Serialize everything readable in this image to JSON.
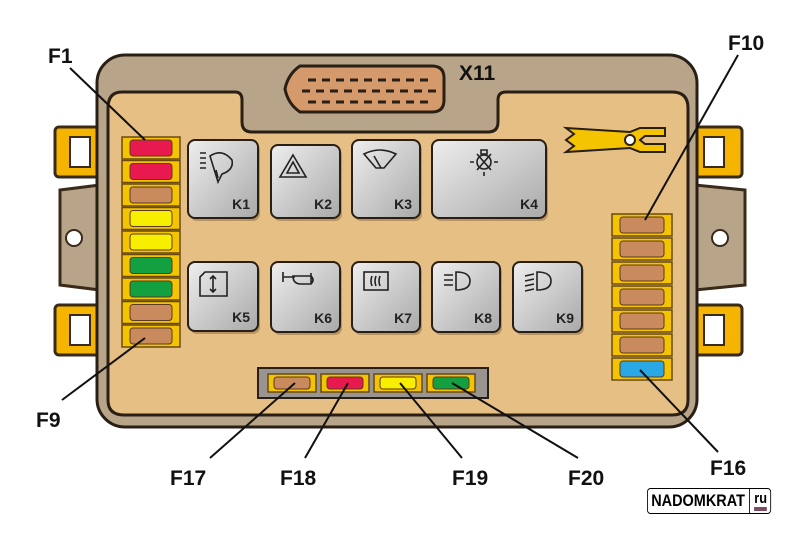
{
  "connector": {
    "label": "X11"
  },
  "relays": [
    {
      "label": "K1",
      "icon": "windshield-washer-icon"
    },
    {
      "label": "K2",
      "icon": "hazard-warning-icon"
    },
    {
      "label": "K3",
      "icon": "wiper-icon"
    },
    {
      "label": "K4",
      "icon": "lamp-failure-icon"
    },
    {
      "label": "K5",
      "icon": "power-window-icon"
    },
    {
      "label": "K6",
      "icon": "horn-icon"
    },
    {
      "label": "K7",
      "icon": "rear-defrost-icon"
    },
    {
      "label": "K8",
      "icon": "low-beam-icon"
    },
    {
      "label": "K9",
      "icon": "high-beam-icon"
    }
  ],
  "fuse_labels": {
    "F1": "F1",
    "F9": "F9",
    "F10": "F10",
    "F16": "F16",
    "F17": "F17",
    "F18": "F18",
    "F19": "F19",
    "F20": "F20"
  },
  "fuse_colors": {
    "left": [
      "#e8194f",
      "#e8194f",
      "#c98a5e",
      "#f7ee00",
      "#f7ee00",
      "#12a040",
      "#12a040",
      "#c98a5e",
      "#c98a5e"
    ],
    "right": [
      "#c98a5e",
      "#c98a5e",
      "#c98a5e",
      "#c98a5e",
      "#c98a5e",
      "#c98a5e",
      "#2aa8e6"
    ],
    "bottom": [
      "#c98a5e",
      "#e8194f",
      "#f7ee00",
      "#12a040"
    ]
  },
  "watermark": {
    "name": "NADOMKRAT",
    "tld": "ru"
  }
}
